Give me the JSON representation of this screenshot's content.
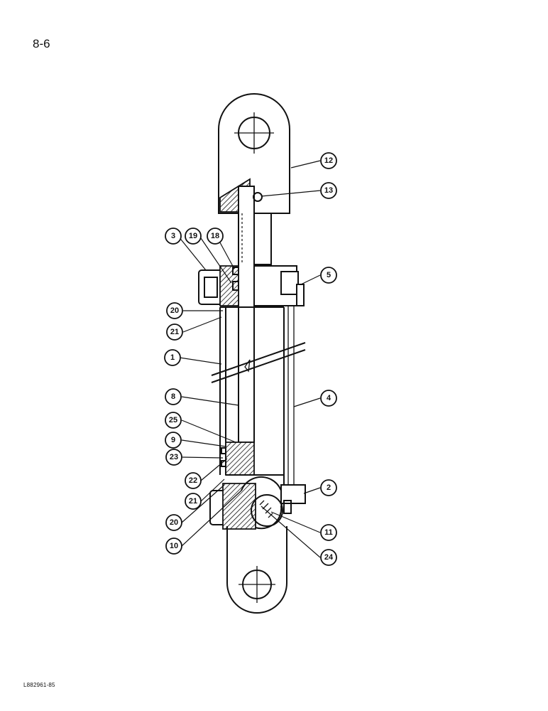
{
  "page": {
    "number": "8-6",
    "figure_code": "L882961-85"
  },
  "callouts": {
    "c12": "12",
    "c13": "13",
    "c3": "3",
    "c19": "19",
    "c18": "18",
    "c5": "5",
    "c20a": "20",
    "c21a": "21",
    "c1": "1",
    "c8": "8",
    "c4": "4",
    "c25": "25",
    "c9": "9",
    "c23": "23",
    "c22": "22",
    "c21b": "21",
    "c2": "2",
    "c20b": "20",
    "c10": "10",
    "c11": "11",
    "c24": "24"
  }
}
